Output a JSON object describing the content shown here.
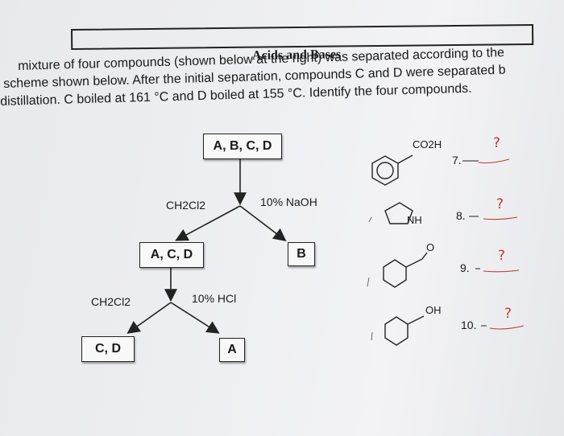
{
  "title": "Acids and Bases",
  "paragraph": {
    "line1": "mixture of four compounds (shown below at the right) was separated according to the",
    "line2": "scheme shown below. After the initial separation, compounds C and D were separated b",
    "line3": "distillation. C boiled at 161 °C and D boiled at 155 °C. Identify the four compounds."
  },
  "scheme": {
    "start_box": "A, B, C, D",
    "left_solvent_1": "CH2Cl2",
    "right_reagent_1": "10% NaOH",
    "box_acd": "A, C, D",
    "box_b": "B",
    "left_solvent_2": "CH2Cl2",
    "right_reagent_2": "10% HCl",
    "box_cd": "C, D",
    "box_a": "A"
  },
  "compounds": {
    "c1_label": "CO2H",
    "c2_label": "NH",
    "c3_label": "O",
    "c4_label": "OH"
  },
  "answers": [
    {
      "number": "7.",
      "mark": "?"
    },
    {
      "number": "8.",
      "mark": "?"
    },
    {
      "number": "9.",
      "mark": "?"
    },
    {
      "number": "10.",
      "mark": "?"
    }
  ],
  "colors": {
    "handwriting": "#c0392b",
    "ink": "#1a1a1a"
  }
}
